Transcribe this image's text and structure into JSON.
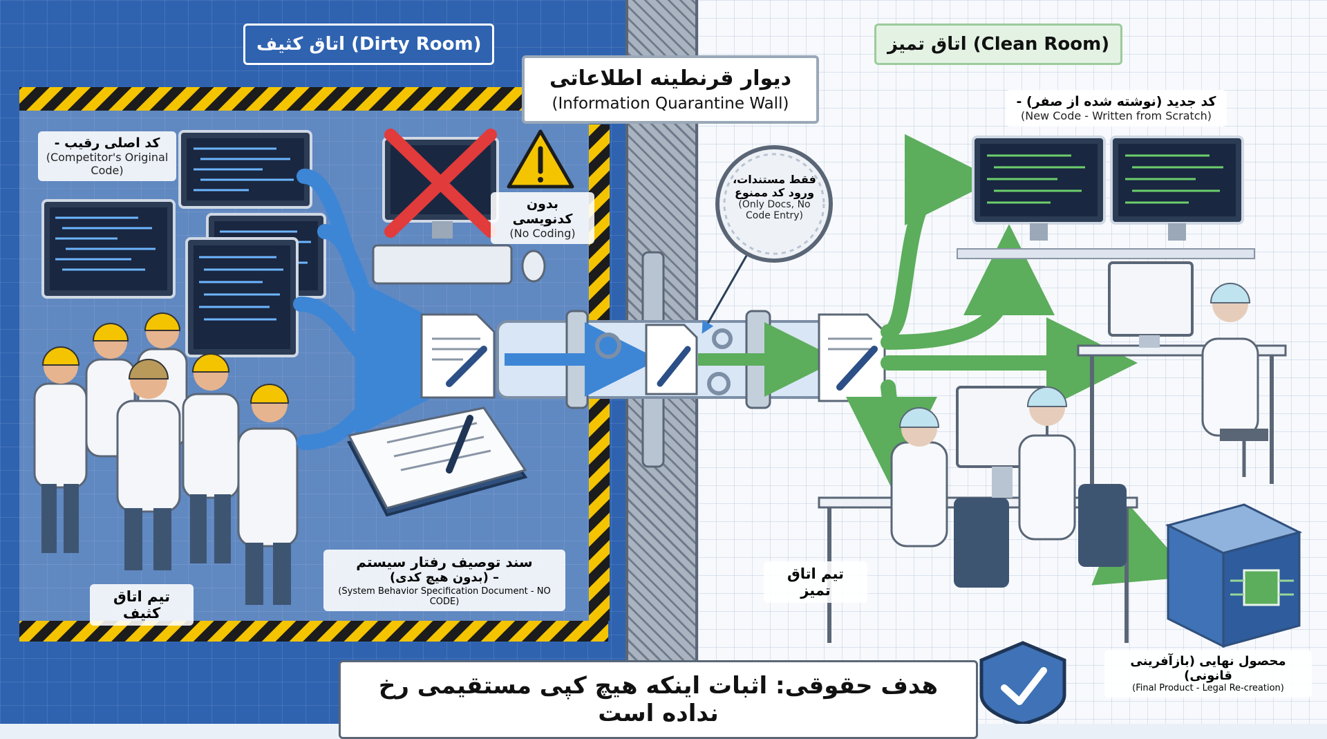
{
  "dirty_room": {
    "title": "اتاق کثیف (Dirty Room)",
    "source_label_fa": "کد اصلی رقیب -",
    "source_label_en": "(Competitor's Original Code)",
    "no_coding_fa": "بدون کدنویسی",
    "no_coding_en": "(No Coding)",
    "team_label": "تیم اتاق کثیف",
    "spec_fa_line1": "سند توصیف رفتار سیستم",
    "spec_fa_line2": "– (بدون هیچ کدی)",
    "spec_en": "(System Behavior Specification Document - NO CODE)"
  },
  "wall": {
    "title_fa": "دیوار قرنطینه اطلاعاتی",
    "title_en": "(Information Quarantine Wall)",
    "filter_fa": "فقط مستندات، ورود کد ممنوع",
    "filter_en": "(Only Docs, No Code Entry)"
  },
  "clean_room": {
    "title": "اتاق تمیز (Clean Room)",
    "new_code_fa": "کد جدید (نوشته شده از صفر) -",
    "new_code_en": "(New Code - Written from Scratch)",
    "team_label": "تیم اتاق تمیز",
    "product_fa": "محصول نهایی (بازآفرینی قانونی)",
    "product_en": "(Final Product - Legal Re-creation)"
  },
  "goal": "هدف حقوقی: اثبات اینکه هیچ کپی مستقیمی رخ نداده است",
  "colors": {
    "dirty_bg": "#2f63b0",
    "clean_bg": "#f7f9fc",
    "blue_arrow": "#3d86d6",
    "green_arrow": "#5cad5c",
    "hazard_yellow": "#f5c400",
    "warning_red": "#e13b3b"
  },
  "icons": [
    "warning-icon",
    "cross-icon",
    "shield-check-icon",
    "document-pen-icon",
    "gear-icon",
    "chip-icon"
  ]
}
